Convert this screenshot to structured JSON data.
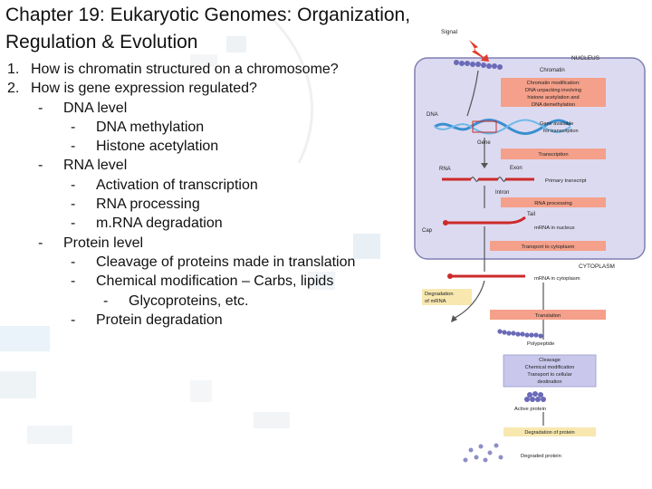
{
  "slide": {
    "title_line1": "Chapter 19: Eukaryotic Genomes: Organization,",
    "title_line2": "Regulation & Evolution"
  },
  "outline": [
    {
      "marker": "1.",
      "text": "How is chromatin structured on a chromosome?",
      "level": 0
    },
    {
      "marker": "2.",
      "text": "How is gene expression regulated?",
      "level": 0
    },
    {
      "marker": "-",
      "text": "DNA level",
      "level": 1
    },
    {
      "marker": "-",
      "text": "DNA methylation",
      "level": 2
    },
    {
      "marker": "-",
      "text": "Histone acetylation",
      "level": 2
    },
    {
      "marker": "-",
      "text": "RNA level",
      "level": 1
    },
    {
      "marker": "-",
      "text": "Activation of transcription",
      "level": 2
    },
    {
      "marker": "-",
      "text": "RNA processing",
      "level": 2
    },
    {
      "marker": "-",
      "text": "m.RNA degradation",
      "level": 2
    },
    {
      "marker": "-",
      "text": "Protein level",
      "level": 1
    },
    {
      "marker": "-",
      "text": "Cleavage of proteins made in translation",
      "level": 2
    },
    {
      "marker": "-",
      "text": "Chemical modification – Carbs, lipids",
      "level": 2
    },
    {
      "marker": "-",
      "text": "Glycoproteins, etc.",
      "level": 3
    },
    {
      "marker": "-",
      "text": "Protein degradation",
      "level": 2
    }
  ],
  "figure": {
    "signal": "Signal",
    "nucleus": "NUCLEUS",
    "chromatin": "Chromatin",
    "chromatin_mod": [
      "Chromatin modification:",
      "DNA unpacking involving",
      "histone acetylation and",
      "DNA demethylation"
    ],
    "dna": "DNA",
    "gene_available": [
      "Gene available",
      "for transcription"
    ],
    "gene": "Gene",
    "transcription": "Transcription",
    "rna": "RNA",
    "exon": "Exon",
    "primary_transcript": "Primary transcript",
    "intron": "Intron",
    "rna_processing": "RNA processing",
    "tail": "Tail",
    "cap": "Cap",
    "mrna_nucleus": "mRNA in nucleus",
    "transport_cytoplasm": "Transport to cytoplasm",
    "cytoplasm": "CYTOPLASM",
    "mrna_cytoplasm": "mRNA in cytoplasm",
    "degradation_mrna": [
      "Degradation",
      "of mRNA"
    ],
    "translation": "Translation",
    "polypeptide": "Polypeptide",
    "cleavage_box": [
      "Cleavage",
      "Chemical modification",
      "Transport to cellular",
      "destination"
    ],
    "active_protein": "Active protein",
    "degradation_protein": "Degradation of protein",
    "degraded_protein": "Degraded protein"
  },
  "colors": {
    "nucleus_fill": "#dcdaf0",
    "nucleus_border": "#7f7fb2",
    "label_box": "#f4a08a",
    "cleavage_box": "#c9c8ec",
    "degradation_box": "#f8e8b0",
    "dna": "#3a8fd0",
    "rna": "#cc2a2a",
    "protein": "#6a6ab8",
    "signal": "#e23b2e"
  }
}
